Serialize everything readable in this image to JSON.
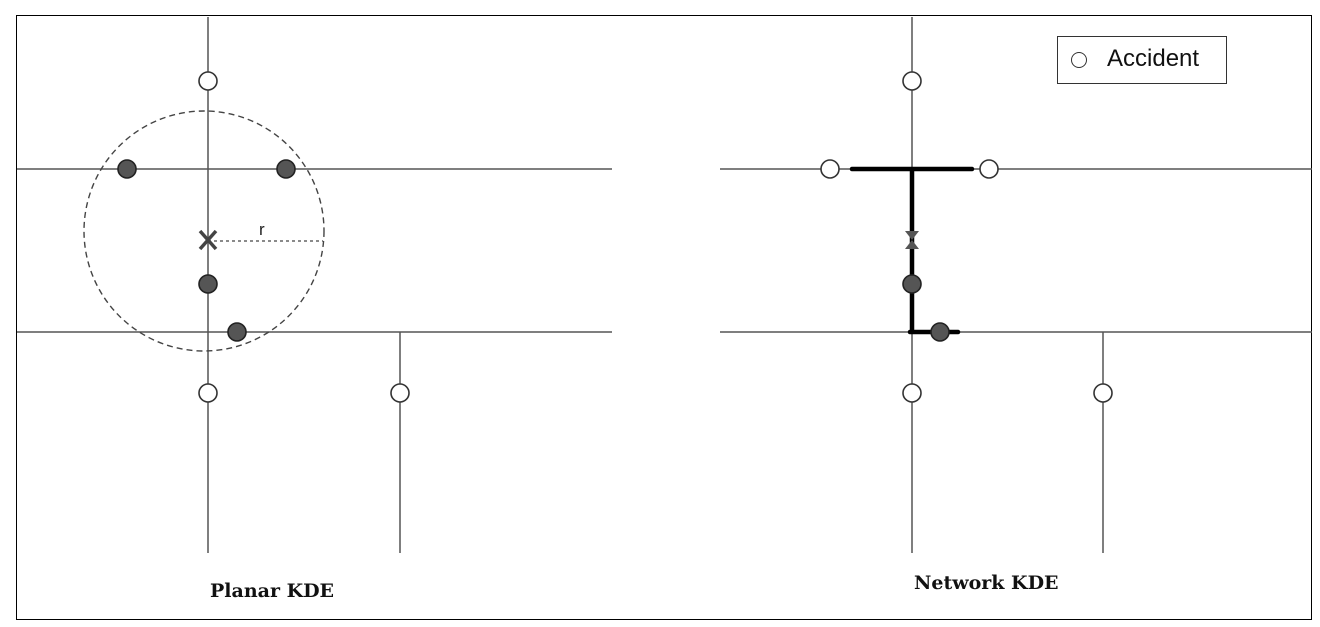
{
  "panels": {
    "planar": {
      "caption": "Planar KDE",
      "radius_label": "r"
    },
    "network": {
      "caption": "Network KDE"
    }
  },
  "legend": {
    "icon": "open-circle-icon",
    "label": "Accident"
  },
  "colors": {
    "road": "#555555",
    "filled_accident": "#555555",
    "network_path": "#000000"
  }
}
